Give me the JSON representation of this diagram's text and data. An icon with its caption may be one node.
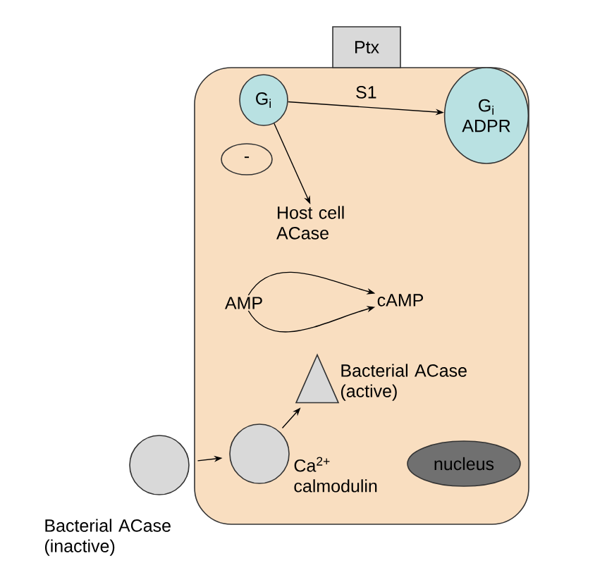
{
  "diagram": {
    "nodes": [
      {
        "text": [],
        "shape": "box"
      },
      {
        "text": [
          "Ptx"
        ]
      },
      {
        "text": [
          "G$_{i}$"
        ],
        "in": 0
      },
      {
        "text": [
          "G$_{i}$ ADPR"
        ],
        "in": 0
      },
      {
        "text": [
          "-"
        ],
        "in": 0
      },
      {
        "text": [
          "Host cell ACase"
        ],
        "in": 0
      },
      {
        "text": [
          "AMP"
        ],
        "in": 0
      },
      {
        "text": [
          "cAMP"
        ],
        "in": 0
      },
      {
        "text": [],
        "shape": "triangle",
        "in": 0,
        "beside": [
          "Bacterial ACase (active)"
        ]
      },
      {
        "text": [],
        "shape": "circle",
        "in": 0,
        "beside": [
          "Ca$^{2+}$ calmodulin"
        ]
      },
      {
        "text": [],
        "shape": "circle",
        "beside": [
          "Bacterial ACase (inactive)"
        ]
      },
      {
        "text": [
          "nucleus"
        ],
        "in": 0
      }
    ],
    "edges": [
      {
        "from": 2,
        "to": 3,
        "arrow": "to",
        "label": "S1"
      },
      {
        "from": 2,
        "to": 5,
        "arrow": "to"
      },
      {
        "from": 6,
        "to": 7,
        "arrow": "to"
      },
      {
        "from": 6,
        "to": 7,
        "arrow": "to"
      },
      {
        "from": 10,
        "to": 9,
        "arrow": "to"
      },
      {
        "from": 9,
        "to": 8,
        "arrow": "to"
      }
    ]
  }
}
